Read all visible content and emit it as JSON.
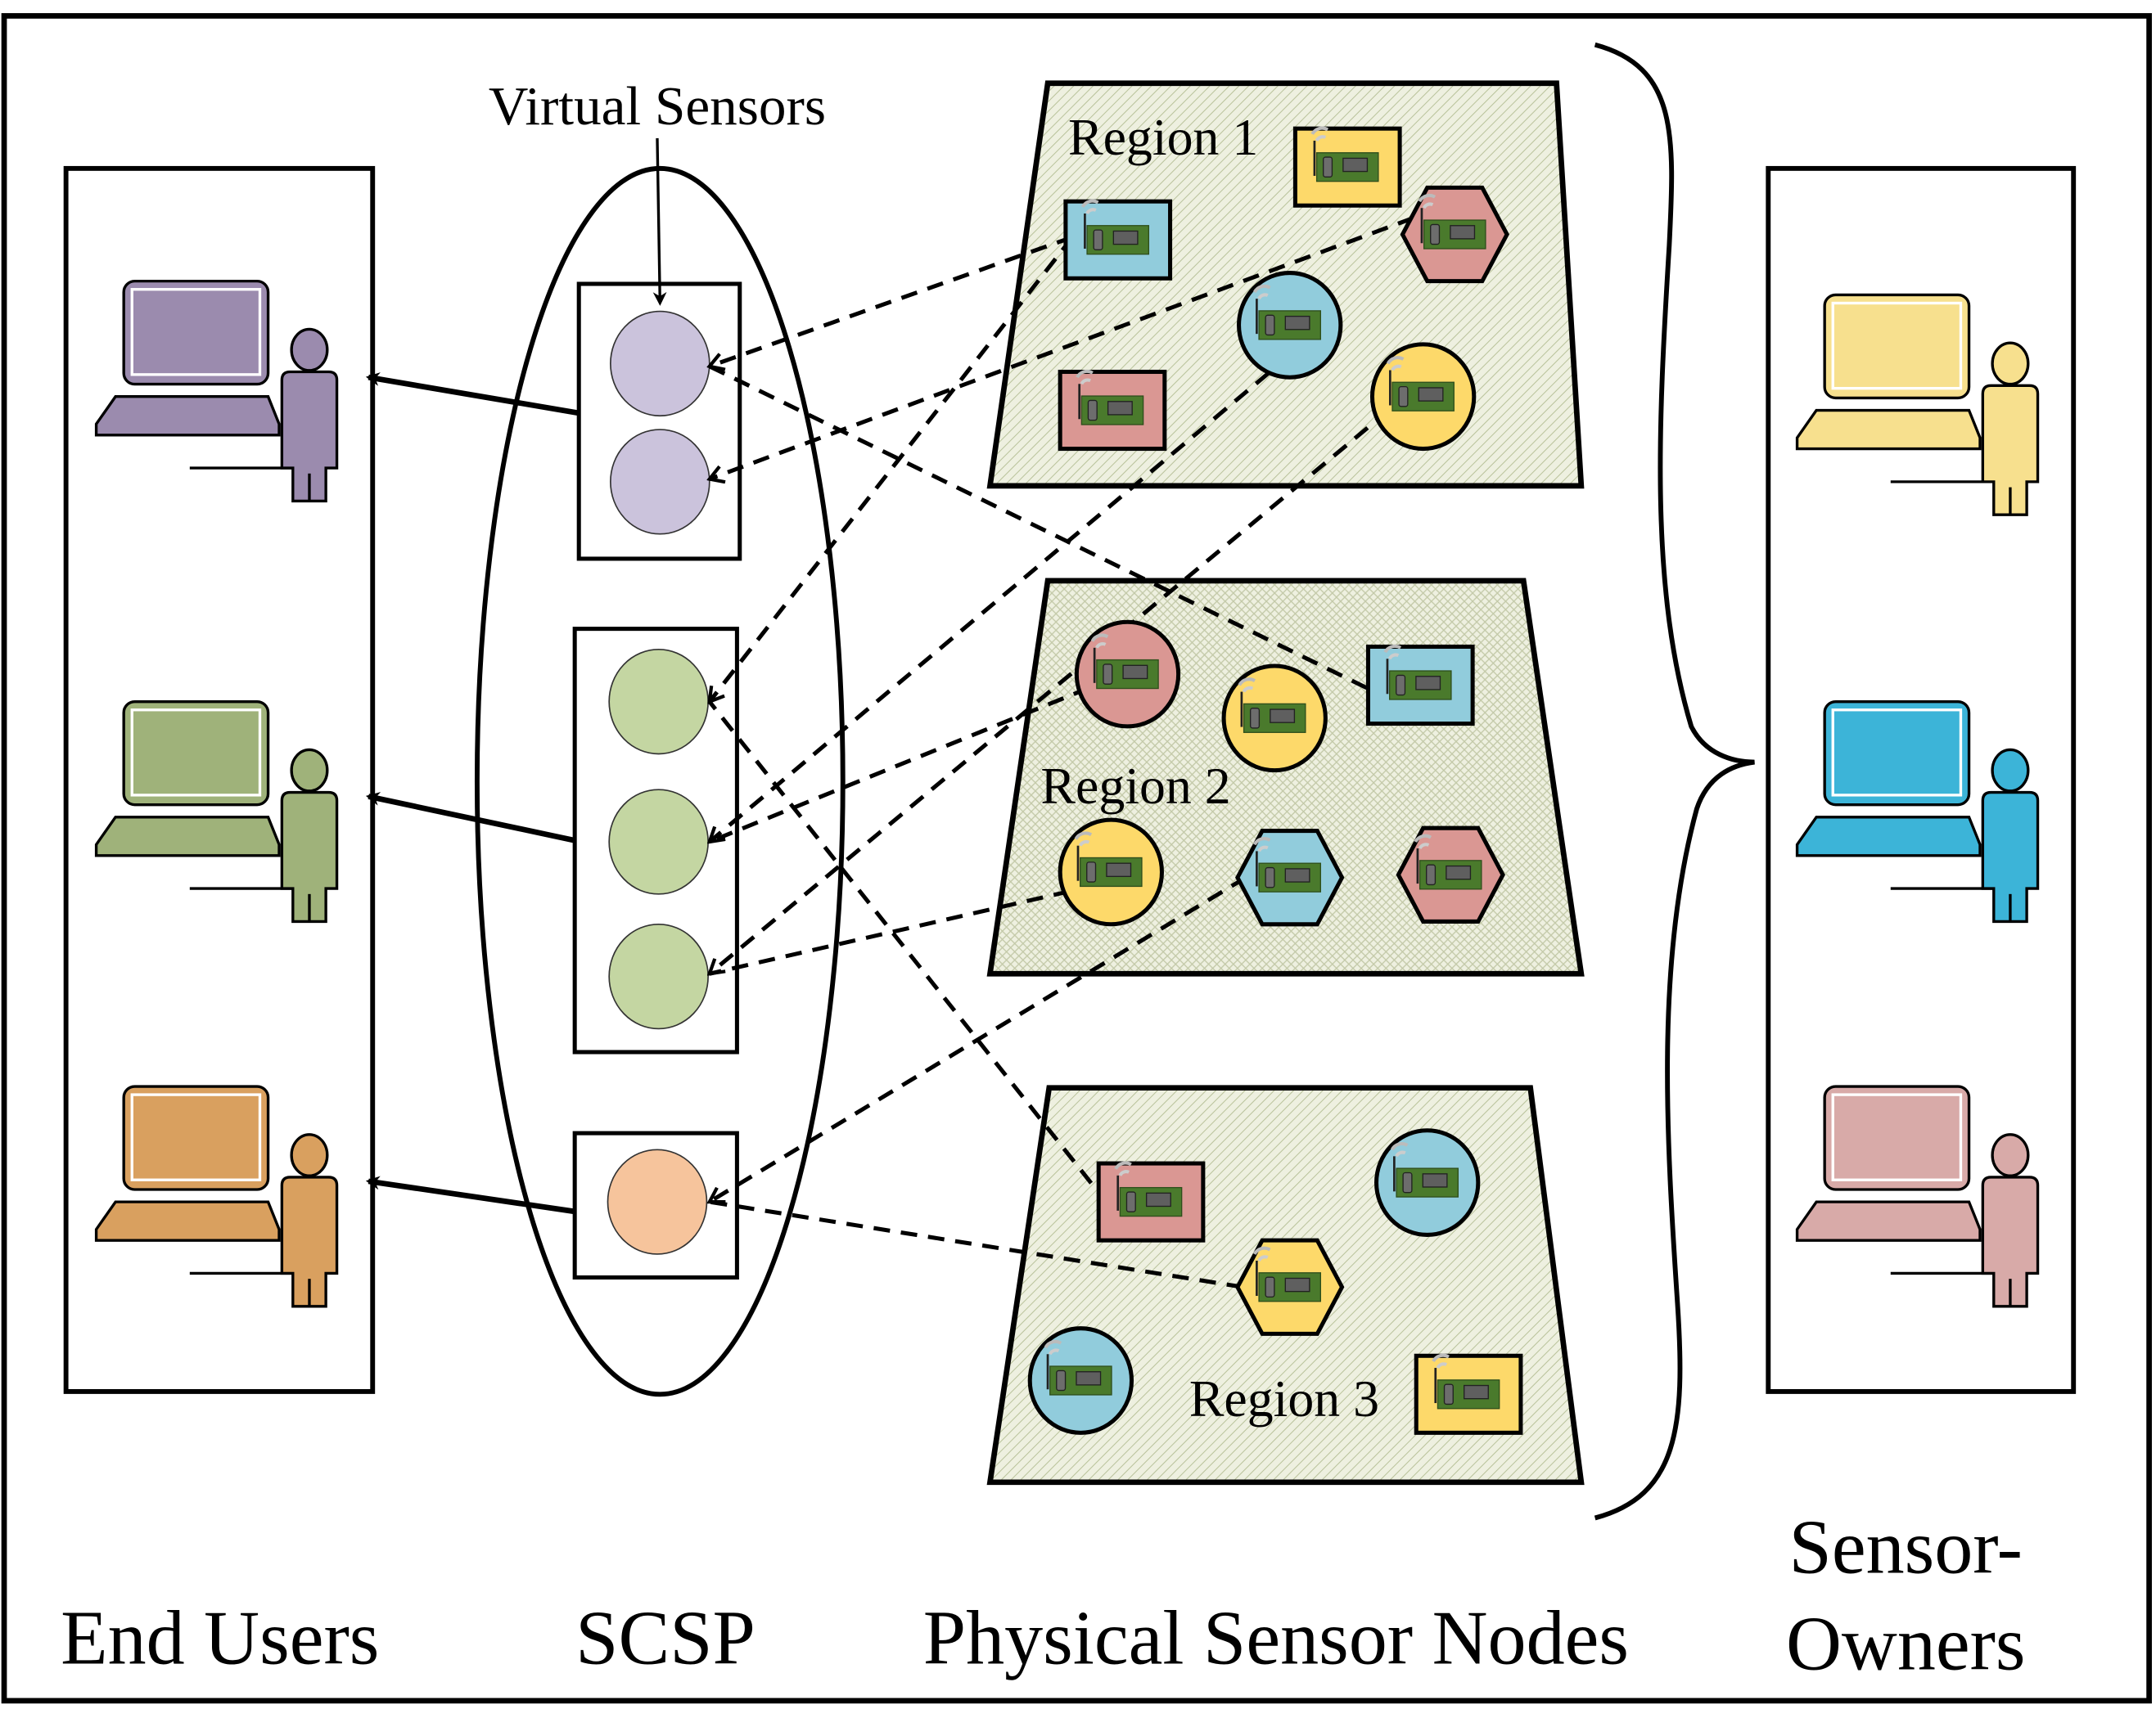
{
  "labels": {
    "virtual_sensors": "Virtual Sensors",
    "end_users": "End Users",
    "scsp": "SCSP",
    "physical_sensor_nodes": "Physical Sensor Nodes",
    "sensor_owners_line1": "Sensor-",
    "sensor_owners_line2": "Owners"
  },
  "regions": [
    {
      "name": "Region 1"
    },
    {
      "name": "Region 2"
    },
    {
      "name": "Region 3"
    }
  ],
  "colors": {
    "purple": "#cbc3dc",
    "purple_user": "#9b8bae",
    "green": "#c4d6a2",
    "green_user": "#9fb27a",
    "orange": "#f6c49c",
    "orange_user": "#d9a05f",
    "yellow": "#fdd96a",
    "yellow_owner": "#f7e08e",
    "blue": "#91ccdc",
    "blue_owner": "#3cb4d8",
    "red": "#da9793",
    "red_owner": "#d8aaa8",
    "region_fill": "#eef0e0",
    "board": "#4a7a2c"
  },
  "end_users": [
    {
      "color_key": "purple",
      "virtual_sensor_count": 2
    },
    {
      "color_key": "green",
      "virtual_sensor_count": 3
    },
    {
      "color_key": "orange",
      "virtual_sensor_count": 1
    }
  ],
  "sensor_owners": [
    {
      "color_key": "yellow"
    },
    {
      "color_key": "blue"
    },
    {
      "color_key": "red"
    }
  ],
  "sensor_nodes": [
    {
      "region": 1,
      "shape": "square",
      "color": "yellow"
    },
    {
      "region": 1,
      "shape": "square",
      "color": "blue"
    },
    {
      "region": 1,
      "shape": "hexagon",
      "color": "red"
    },
    {
      "region": 1,
      "shape": "circle",
      "color": "blue"
    },
    {
      "region": 1,
      "shape": "square",
      "color": "red"
    },
    {
      "region": 1,
      "shape": "circle",
      "color": "yellow"
    },
    {
      "region": 2,
      "shape": "circle",
      "color": "red"
    },
    {
      "region": 2,
      "shape": "circle",
      "color": "yellow"
    },
    {
      "region": 2,
      "shape": "square",
      "color": "blue"
    },
    {
      "region": 2,
      "shape": "circle",
      "color": "yellow"
    },
    {
      "region": 2,
      "shape": "hexagon",
      "color": "blue"
    },
    {
      "region": 2,
      "shape": "hexagon",
      "color": "red"
    },
    {
      "region": 3,
      "shape": "square",
      "color": "red"
    },
    {
      "region": 3,
      "shape": "circle",
      "color": "blue"
    },
    {
      "region": 3,
      "shape": "hexagon",
      "color": "yellow"
    },
    {
      "region": 3,
      "shape": "circle",
      "color": "blue"
    },
    {
      "region": 3,
      "shape": "square",
      "color": "yellow"
    }
  ]
}
